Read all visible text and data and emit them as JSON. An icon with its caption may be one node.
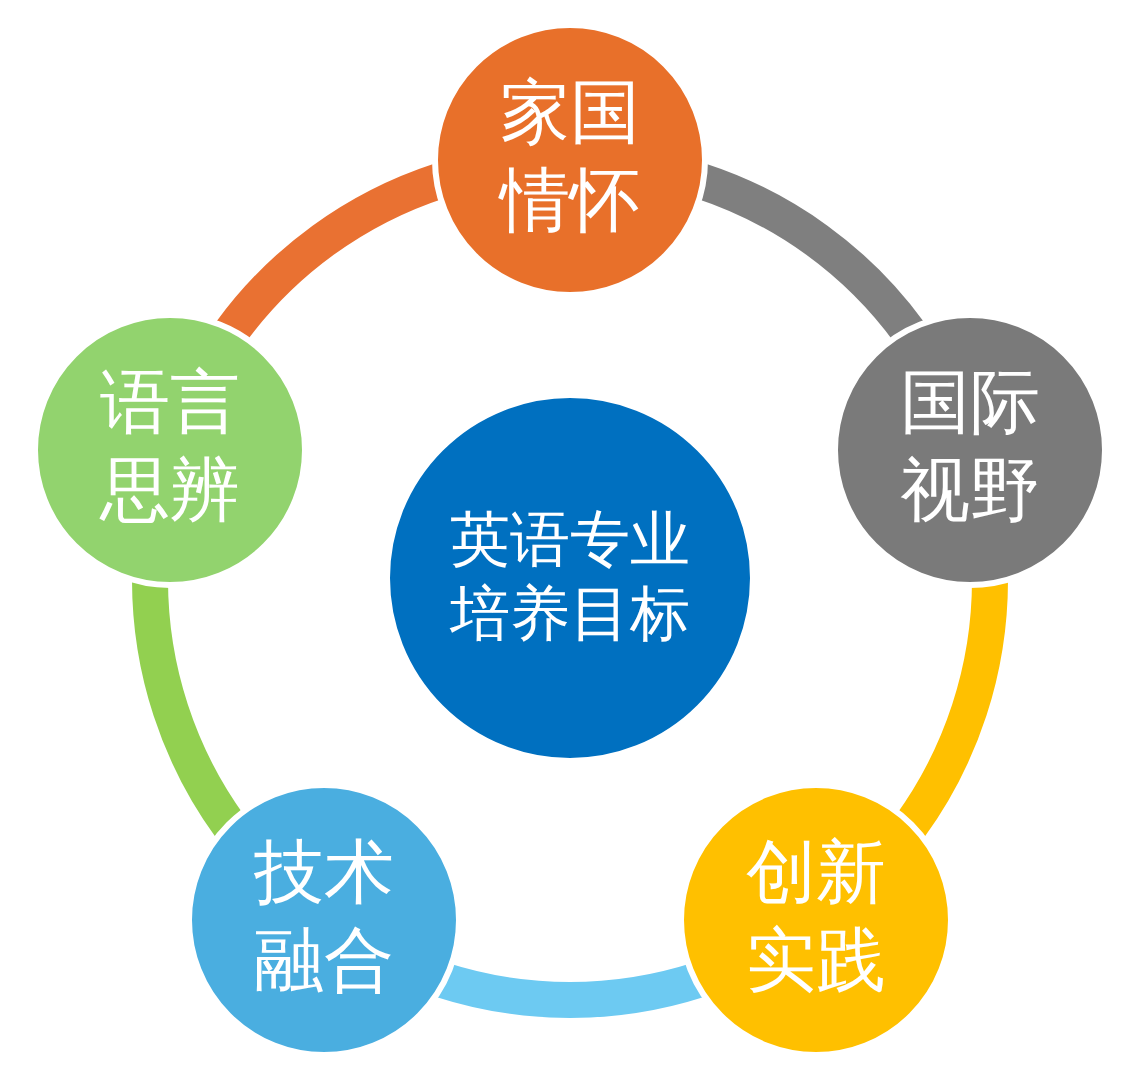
{
  "diagram": {
    "nodes": [
      {
        "text": [
          "家国情怀"
        ]
      },
      {
        "text": [
          "语言思辨"
        ]
      },
      {
        "text": [
          "国际视野"
        ]
      },
      {
        "text": [
          "英语专业培养目标"
        ]
      },
      {
        "text": [
          "技术融合"
        ]
      },
      {
        "text": [
          "创新实践"
        ]
      }
    ],
    "edges": [
      {
        "from": 0,
        "to": 2,
        "arrow": "none",
        "color": "#7f7f7f"
      },
      {
        "from": 2,
        "to": 5,
        "arrow": "none",
        "color": "#ffc000"
      },
      {
        "from": 5,
        "to": 4,
        "arrow": "none",
        "color": "#6dcaf2"
      },
      {
        "from": 4,
        "to": 1,
        "arrow": "none",
        "color": "#92d050"
      },
      {
        "from": 1,
        "to": 0,
        "arrow": "none",
        "color": "#e97132"
      }
    ]
  }
}
